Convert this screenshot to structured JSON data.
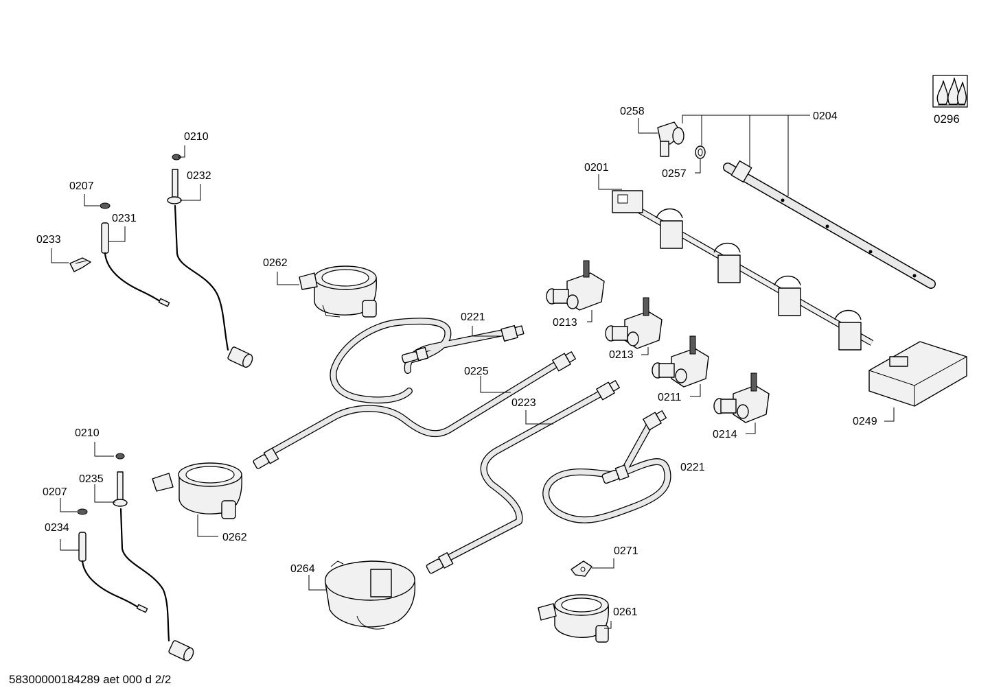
{
  "labels": {
    "p0210a": "0210",
    "p0232": "0232",
    "p0207a": "0207",
    "p0231": "0231",
    "p0233": "0233",
    "p0262a": "0262",
    "p0221a": "0221",
    "p0225": "0225",
    "p0223": "0223",
    "p0213a": "0213",
    "p0213b": "0213",
    "p0211": "0211",
    "p0214": "0214",
    "p0258": "0258",
    "p0257": "0257",
    "p0204": "0204",
    "p0201": "0201",
    "p0249": "0249",
    "p0296": "0296",
    "p0210b": "0210",
    "p0235": "0235",
    "p0207b": "0207",
    "p0234": "0234",
    "p0262b": "0262",
    "p0221b": "0221",
    "p0264": "0264",
    "p0271": "0271",
    "p0261": "0261"
  },
  "footer": "58300000184289 aet 000 d 2/2"
}
